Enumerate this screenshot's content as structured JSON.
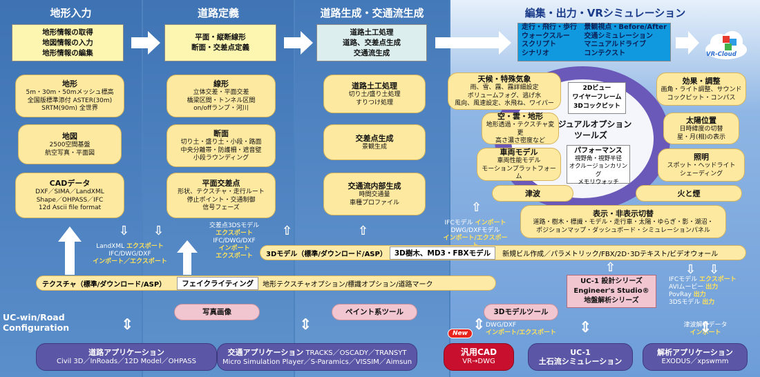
{
  "phases": [
    "地形入力",
    "道路定義",
    "道路生成・交通流生成",
    "編集・出力・VRシミュレーション"
  ],
  "top_boxes": {
    "terrain": [
      "地形情報の取得",
      "地図情報の入力",
      "地形情報の編集"
    ],
    "road": [
      "平面・縦断線形",
      "断面・交差点定義"
    ],
    "gen": [
      "道路土工処理",
      "道路、交差点生成",
      "交通流生成"
    ],
    "edit_left": [
      "走行・飛行・歩行",
      "ウォークスルー",
      "スクリプト",
      "シナリオ"
    ],
    "edit_right": [
      "景観視点・Before/After",
      "交通シミュレーション",
      "マニュアルドライブ",
      "コンテクスト"
    ]
  },
  "vr_logo": "VR-Cloud",
  "terrain_col": [
    {
      "h": "地形",
      "lines": [
        "5m・30m・50mメッシュ標高",
        "全国版標準添付 ASTER(30m)",
        "SRTM(90m) 全世界"
      ]
    },
    {
      "h": "地図",
      "lines": [
        "2500空間基盤",
        "航空写真・平面図"
      ]
    },
    {
      "h": "CADデータ",
      "lines": [
        "DXF／SIMA／LandXML",
        "Shape／OHPASS／IFC",
        "12d Ascii file format"
      ]
    }
  ],
  "road_col": [
    {
      "h": "線形",
      "lines": [
        "立体交差・平面交差",
        "橋梁区間・トンネル区間",
        "on/offランプ・河川"
      ]
    },
    {
      "h": "断面",
      "lines": [
        "切り土・盛り土・小段・路面",
        "中央分離帯・防護柵・遮音壁",
        "小段ラウンディング"
      ]
    },
    {
      "h": "平面交差点",
      "lines": [
        "形状、テクスチャ・走行ルート",
        "停止ポイント・交通制御",
        "信号フェーズ"
      ]
    }
  ],
  "gen_col": [
    {
      "h": "道路土工処理",
      "lines": [
        "切り土/盛り土処理",
        "すりつけ処理"
      ]
    },
    {
      "h": "交差点生成",
      "lines": [
        "景観生成"
      ]
    },
    {
      "h": "交通流内部生成",
      "lines": [
        "時間交通量",
        "車種プロファイル"
      ]
    }
  ],
  "vis": {
    "center_title": [
      "ビジュアルオプション",
      "ツールズ"
    ],
    "view": [
      "2Dビュー",
      "ワイヤーフレーム",
      "3Dコックピット"
    ],
    "perf_h": "パフォーマンス",
    "perf": [
      "視野角・視野半径",
      "オクルージョンカリング",
      "メモリウォッチ"
    ],
    "weather_h": "天候・特殊気象",
    "weather": [
      "雨、雪、霧、霧詳細設定",
      "ボリュームフォグ、逃げ水",
      "風向、風速設定、水飛ね、ワイパー"
    ],
    "sky_h": "空・雲・地形",
    "sky": [
      "地形透過・テクスチャ変更",
      "高さ濃さ密度など"
    ],
    "car_h": "車両モデル",
    "car": [
      "車両性能モデル",
      "モーションプラットフォーム"
    ],
    "tsunami": "津波",
    "effect_h": "効果・調整",
    "effect": [
      "画角・ライト調整、サウンド",
      "コックピット・コンパス"
    ],
    "sun_h": "太陽位置",
    "sun": [
      "日時緯度の切替",
      "星・月(相)の表示"
    ],
    "light_h": "照明",
    "light": [
      "スポット・ヘッドライト",
      "シェーディング"
    ],
    "fire": "火と煙",
    "disp_h": "表示・非表示切替",
    "disp": [
      "道路・樹木・標識・モデル・走行車・太陽・ゆらぎ・影・湖沼・",
      "ポジションマップ・ダッシュボード・シミュレーションパネル"
    ]
  },
  "notes": {
    "landxml": [
      "LandXML",
      "エクスポート",
      "IFC/DWG/DXF",
      "インポート／エクスポート"
    ],
    "landxml_y": [
      false,
      true,
      false,
      true
    ],
    "kousaten": [
      "交差点3DSモデル",
      "エクスポート",
      "IFC/DWG/DXF",
      "インポート",
      "エクスポート"
    ],
    "kousaten_y": [
      false,
      true,
      false,
      true,
      true
    ],
    "ifc": [
      "IFCモデル",
      "インポート",
      "DWG/DXFモデル",
      "インポート/エクスポート"
    ],
    "ifc_y": [
      false,
      true,
      false,
      true
    ],
    "export_right": [
      "IFCモデル",
      "エクスポート",
      "AVIムービー",
      "出力",
      "PovRay",
      "出力",
      "3DSモデル",
      "出力"
    ],
    "tsunami_data": [
      "津波解析データ",
      "インポート"
    ],
    "dwg": [
      "DWG/DXF",
      "インポート/エクスポート"
    ]
  },
  "bars": {
    "model_label": "3Dモデル（標準/ダウンロード/ASP）",
    "model_box": "3D樹木、MD3・FBXモデル",
    "model_rest": "新規ビル作成／パラメトリック/FBX/2D･3Dテキスト/ビデオウォール",
    "tex_label": "テクスチャ（標準/ダウンロード/ASP）",
    "tex_box": "フェイクライティング",
    "tex_rest": "地形テクスチャオプション/標識オプション/道路マーク"
  },
  "tools": {
    "photo": "写真画像",
    "paint": "ペイント系ツール",
    "model3d": "3Dモデルツール"
  },
  "uc1": [
    "UC-1 設計シリーズ",
    "Engineer's Studio®",
    "地盤解析シリーズ"
  ],
  "config": [
    "UC-win/Road",
    "Configuration"
  ],
  "apps": [
    {
      "h": "道路アプリケーション",
      "lines": [
        "Civil 3D／InRoads／12D Model／OHPASS"
      ]
    },
    {
      "h": "交通アプリケーション",
      "inline": "TRACKS／OSCADY／TRANSYT",
      "lines": [
        "Micro Simulation Player／S-Paramics／VISSIM／Aimsun"
      ]
    },
    {
      "h": "汎用CAD",
      "lines": [
        "VR→DWG"
      ]
    },
    {
      "h": "UC-1",
      "lines": [
        "土石流シミュレーション"
      ]
    },
    {
      "h": "解析アプリケーション",
      "lines": [
        "EXODUS／xpswmm"
      ]
    }
  ],
  "new_badge": "New",
  "colors": {
    "bg_left": "#4a7fbc",
    "bg_right": "#7aa6dc",
    "yellow": "#fde9a0",
    "purple": "#5c56a6",
    "pink": "#f1c6d0",
    "red": "#c8102e"
  }
}
